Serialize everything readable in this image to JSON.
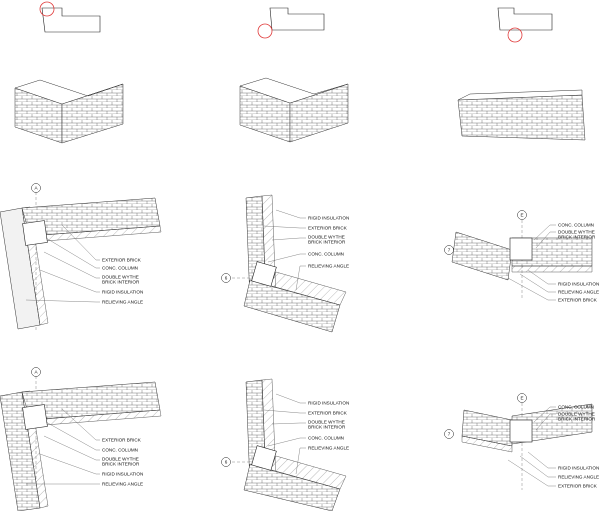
{
  "labels": {
    "exterior_brick": "EXTERIOR BRICK",
    "conc_column": "CONC. COLUMN",
    "double_wythe_1": "DOUBLE WYTHE",
    "double_wythe_2": "BRICK INTERIOR",
    "rigid_insulation": "RIGID INSULATION",
    "relieving_angle": "RELIEVING ANGLE"
  },
  "grid_markers": {
    "a": "A",
    "six": "6",
    "seven": "7",
    "e": "E"
  },
  "colors": {
    "line": "#222222",
    "highlight_circle": "#e03a3a",
    "wall_fill": "#f2f2f2"
  }
}
